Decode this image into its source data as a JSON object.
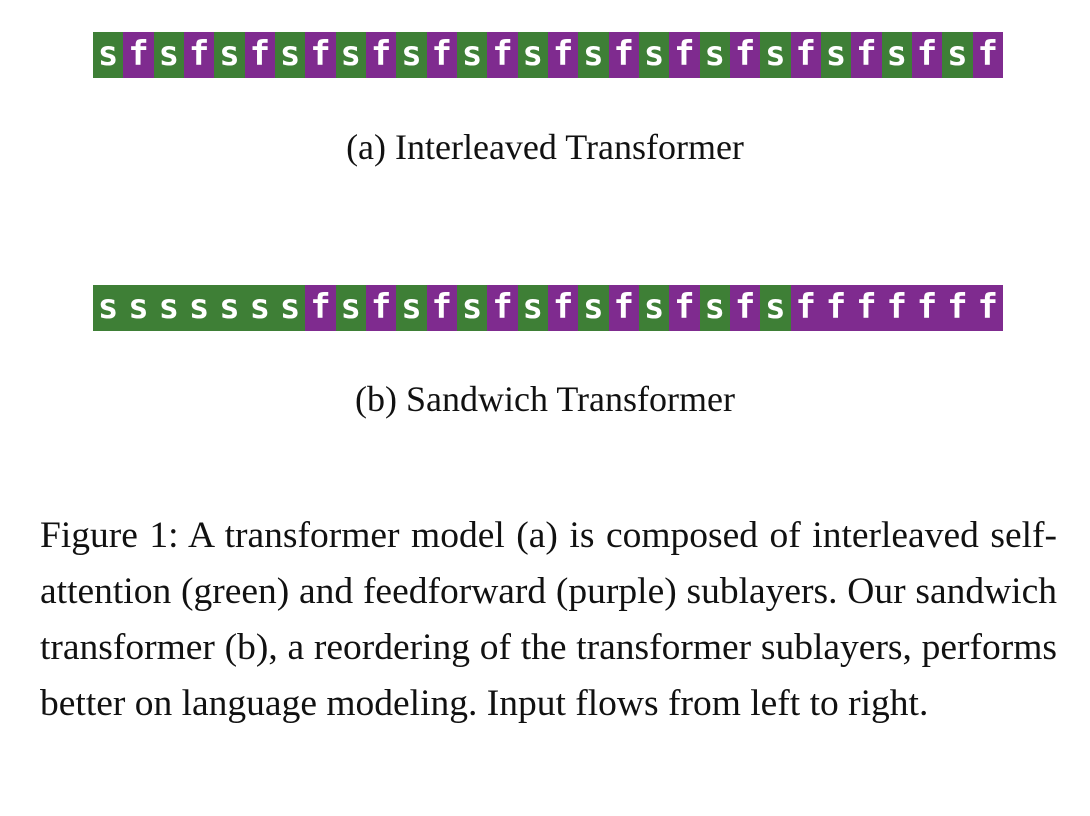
{
  "colors": {
    "s": "#3e7f36",
    "f": "#7f2b8f",
    "letter": "#ffffff"
  },
  "figure": {
    "subfigure_a": {
      "sequence": "sfsfsfsfsfsfsfsfsfsfsfsfsfsfsf",
      "caption": "(a) Interleaved Transformer"
    },
    "subfigure_b": {
      "sequence": "sssssssfsfsfsfsfsfsfsfsfffffff",
      "caption": "(b) Sandwich Transformer"
    },
    "caption": "Figure 1: A transformer model (a) is composed of inter­leaved self-attention (green) and feedforward (purple) sublayers. Our sandwich transformer (b), a reordering of the transformer sublayers, performs better on lan­guage modeling. Input flows from left to right."
  }
}
